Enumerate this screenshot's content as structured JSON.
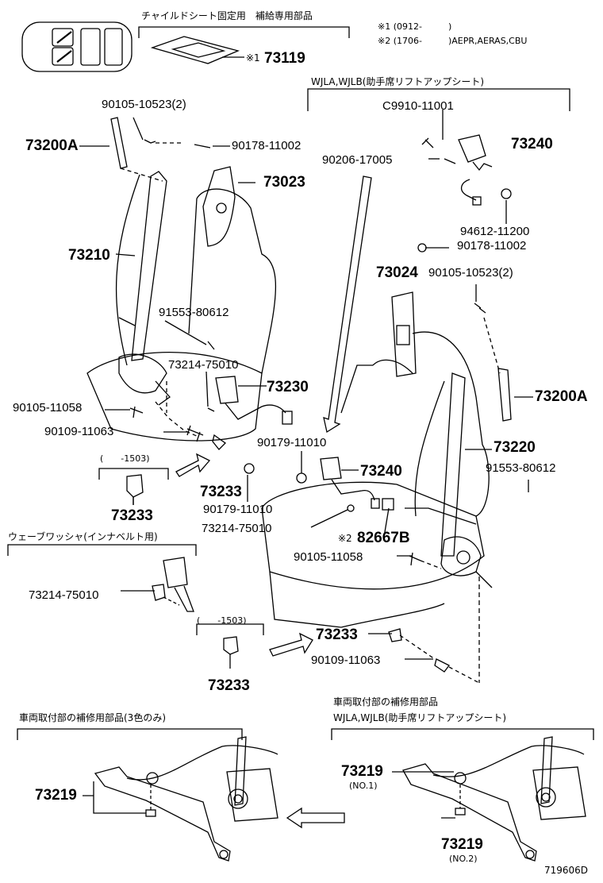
{
  "headers": {
    "child_seat": "チャイルドシート固定用　補給専用部品",
    "note1": "※1 (0912-　　　)",
    "note2": "※2 (1706-　　　)AEPR,AERAS,CBU",
    "wjla_top": "WJLA,WJLB(助手席リフトアップシート)",
    "wave_washer": "ウェーブワッシャ(インナベルト用)",
    "repair_left": "車両取付部の補修用部品(3色のみ)",
    "repair_right_1": "車両取付部の補修用部品",
    "repair_right_2": "WJLA,WJLB(助手席リフトアップシート)"
  },
  "parts": {
    "p73119": "73119",
    "p73119_mark": "※1",
    "p90105_10523_a": "90105-10523(2)",
    "p73200A_a": "73200A",
    "p90178_11002_a": "90178-11002",
    "p73023": "73023",
    "p73210": "73210",
    "p91553_80612_a": "91553-80612",
    "p73214_75010_a": "73214-75010",
    "p73230": "73230",
    "p90105_11058_a": "90105-11058",
    "p90109_11063_a": "90109-11063",
    "p1503_a": "(　　-1503)",
    "p73233_a": "73233",
    "p73233_b": "73233",
    "p90179_11010_a": "90179-11010",
    "pC9910": "C9910-11001",
    "p73240_a": "73240",
    "p90206_17005": "90206-17005",
    "p94612_11200": "94612-11200",
    "p90178_11002_b": "90178-11002",
    "p73024": "73024",
    "p90105_10523_b": "90105-10523(2)",
    "p73200A_b": "73200A",
    "p73220": "73220",
    "p90179_11010_b": "90179-11010",
    "p73240_b": "73240",
    "p91553_80612_b": "91553-80612",
    "p73214_75010_b": "73214-75010",
    "p82667B_mark": "※2",
    "p82667B": "82667B",
    "p90105_11058_b": "90105-11058",
    "p73214_75010_c": "73214-75010",
    "p1503_b": "(　　-1503)",
    "p73233_c": "73233",
    "p73233_d": "73233",
    "p90109_11063_b": "90109-11063",
    "p73219_a": "73219",
    "p73219_b": "73219",
    "p73219_b_sub": "(NO.1)",
    "p73219_c": "73219",
    "p73219_c_sub": "(NO.2)",
    "code": "719606D"
  }
}
